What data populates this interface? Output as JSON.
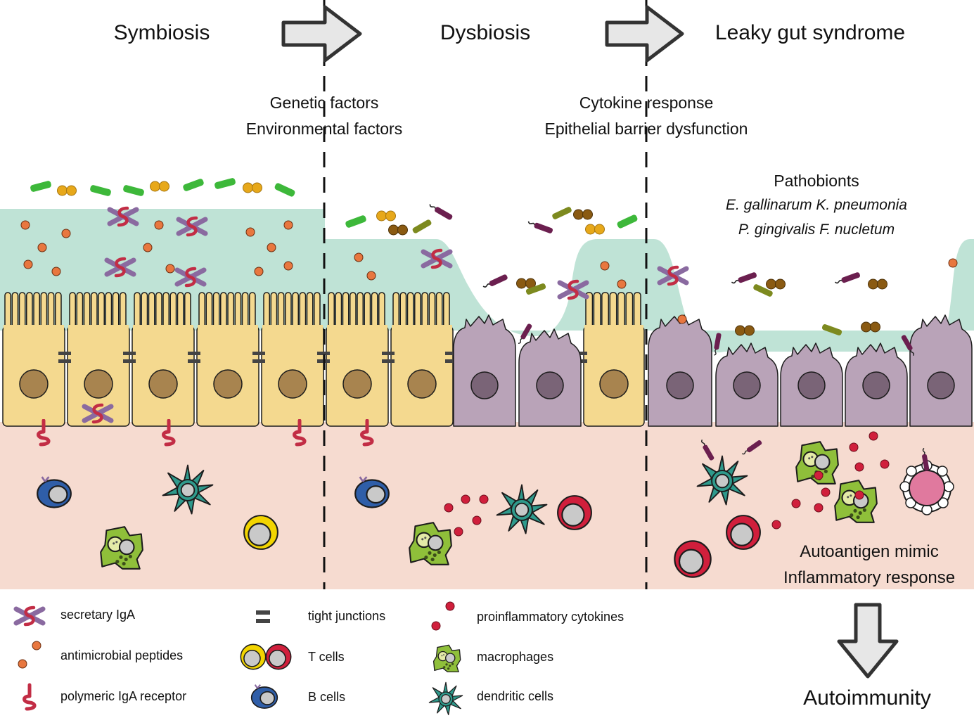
{
  "stages": {
    "symbiosis": "Symbiosis",
    "dysbiosis": "Dysbiosis",
    "leaky_gut": "Leaky gut syndrome"
  },
  "transitions": {
    "first": {
      "line1": "Genetic factors",
      "line2": "Environmental factors"
    },
    "second": {
      "line1": "Cytokine response",
      "line2": "Epithelial barrier dysfunction"
    }
  },
  "pathobionts": {
    "title": "Pathobionts",
    "species_line1": "E. gallinarum K. pneumonia",
    "species_line2": "P. gingivalis F. nucletum"
  },
  "outcomes": {
    "line1": "Autoantigen mimic",
    "line2": "Inflammatory response"
  },
  "final_outcome": "Autoimmunity",
  "legend": {
    "secretory_iga": "secretary IgA",
    "antimicrobial_peptides": "antimicrobial peptides",
    "polymeric_iga_receptor": "polymeric IgA receptor",
    "tight_junctions": "tight junctions",
    "t_cells": "T cells",
    "b_cells": "B cells",
    "proinflammatory_cytokines": "proinflammatory cytokines",
    "macrophages": "macrophages",
    "dendritic_cells": "dendritic cells"
  },
  "colors": {
    "mucus": "#bfe3d6",
    "lamina_propria": "#f6dbd0",
    "healthy_epithelium": "#f4d98f",
    "damaged_epithelium": "#b9a3b8",
    "healthy_nucleus": "#a8844f",
    "damaged_nucleus": "#7a6477",
    "commensal_bacteria": "#3db83a",
    "cocci": "#e7a81a",
    "pathobiont": "#6b1f4f",
    "antimicrobial_peptide": "#e8773f",
    "iga_arms": "#8a6aa0",
    "iga_receptor": "#c22d45",
    "cytokine": "#d01f3c",
    "macrophage": "#8fbf3a",
    "dendritic_cell": "#2f9a8c",
    "b_cell": "#2f5ea8",
    "t_cell_healthy": "#f2d400",
    "t_cell_inflamed": "#d01f3c"
  }
}
